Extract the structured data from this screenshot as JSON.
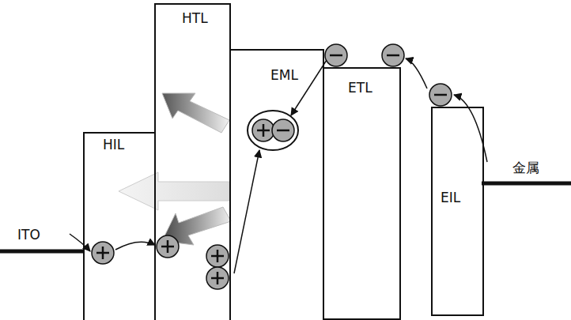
{
  "diagram": {
    "nodes": [
      {
        "text": [
          "HIL"
        ]
      },
      {
        "text": [
          "HTL"
        ]
      },
      {
        "text": [
          "EML"
        ]
      },
      {
        "text": [
          "ETL"
        ]
      },
      {
        "text": [
          "EIL"
        ]
      }
    ],
    "labels": [
      "ITO",
      "金属"
    ]
  }
}
